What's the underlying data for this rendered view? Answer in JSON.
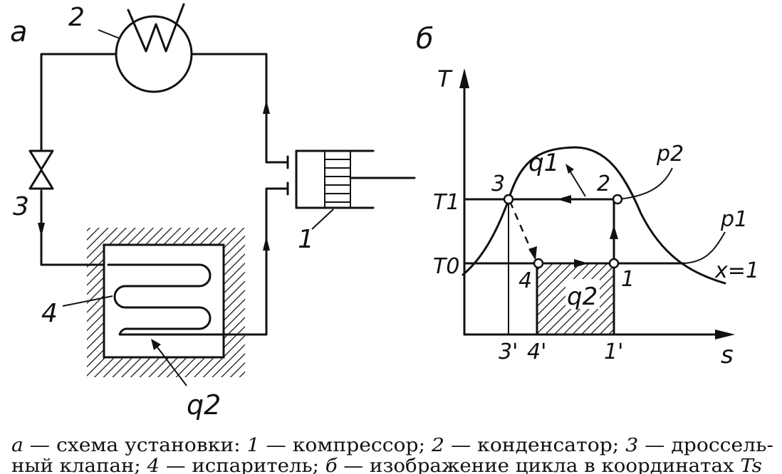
{
  "schema_a": {
    "panel_label": "а",
    "labels": {
      "compressor": "1",
      "condenser": "2",
      "valve": "3",
      "evaporator": "4",
      "heat": "q2"
    }
  },
  "ts_diagram": {
    "panel_label": "б",
    "axis_t": "T",
    "axis_s": "s",
    "t_high": "T1",
    "t_low": "T0",
    "p_high": "p2",
    "p_low": "p1",
    "saturation": "x=1",
    "q_top": "q1",
    "q_area": "q2",
    "points": {
      "p1": "1",
      "p2": "2",
      "p3": "3",
      "p4": "4"
    },
    "ticks": [
      "3'",
      "4'",
      "1'"
    ]
  },
  "caption": {
    "line1": [
      {
        "text": "а",
        "italic": true
      },
      {
        "text": " — схема   установки:  ",
        "italic": false
      },
      {
        "text": "1",
        "italic": true
      },
      {
        "text": " — компрессор;   ",
        "italic": false
      },
      {
        "text": "2",
        "italic": true
      },
      {
        "text": " — конденсатор;   ",
        "italic": false
      },
      {
        "text": "3",
        "italic": true
      },
      {
        "text": " — дроссель-",
        "italic": false
      }
    ],
    "line2": [
      {
        "text": "ный  клапан;  ",
        "italic": false
      },
      {
        "text": "4",
        "italic": true
      },
      {
        "text": " — испаритель;  ",
        "italic": false
      },
      {
        "text": "б",
        "italic": true
      },
      {
        "text": " — изображение  цикла  в  координатах ",
        "italic": false
      },
      {
        "text": "Ts",
        "italic": true
      }
    ]
  }
}
